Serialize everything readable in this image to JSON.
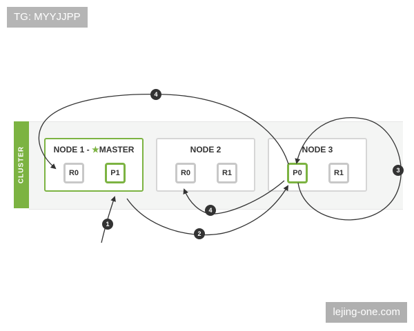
{
  "corner_label": "TG: MYYJJPP",
  "watermark": "lejing-one.com",
  "cluster": {
    "label": "CLUSTER",
    "nodes": [
      {
        "title_prefix": "NODE 1 - ",
        "master_label": "MASTER",
        "is_master": true,
        "shards": [
          {
            "label": "R0",
            "primary": false
          },
          {
            "label": "P1",
            "primary": true
          }
        ]
      },
      {
        "title": "NODE 2",
        "shards": [
          {
            "label": "R0",
            "primary": false
          },
          {
            "label": "R1",
            "primary": false
          }
        ]
      },
      {
        "title": "NODE 3",
        "shards": [
          {
            "label": "P0",
            "primary": true
          },
          {
            "label": "R1",
            "primary": false
          }
        ]
      }
    ]
  },
  "steps": [
    "1",
    "2",
    "3",
    "4",
    "4"
  ],
  "colors": {
    "accent": "#7cb342",
    "replica_border": "#c8c8c8",
    "arrow": "#333333"
  },
  "icons": {
    "master": "star-icon"
  }
}
